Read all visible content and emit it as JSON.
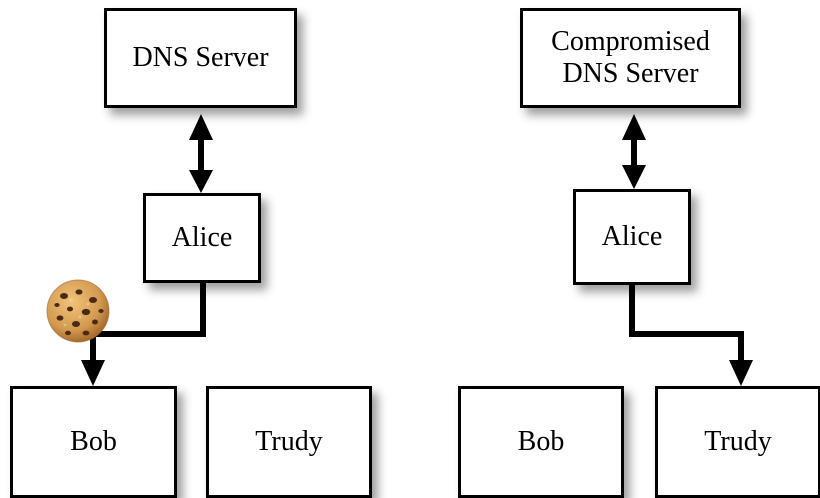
{
  "left_scenario": {
    "server_label": "DNS Server",
    "alice_label": "Alice",
    "bob_label": "Bob",
    "trudy_label": "Trudy",
    "cookie_icon": "cookie-icon"
  },
  "right_scenario": {
    "server_label_line1": "Compromised",
    "server_label_line2": "DNS Server",
    "alice_label": "Alice",
    "bob_label": "Bob",
    "trudy_label": "Trudy"
  },
  "colors": {
    "stroke": "#000000",
    "box_fill": "#ffffff",
    "cookie": "#d9a35a"
  }
}
